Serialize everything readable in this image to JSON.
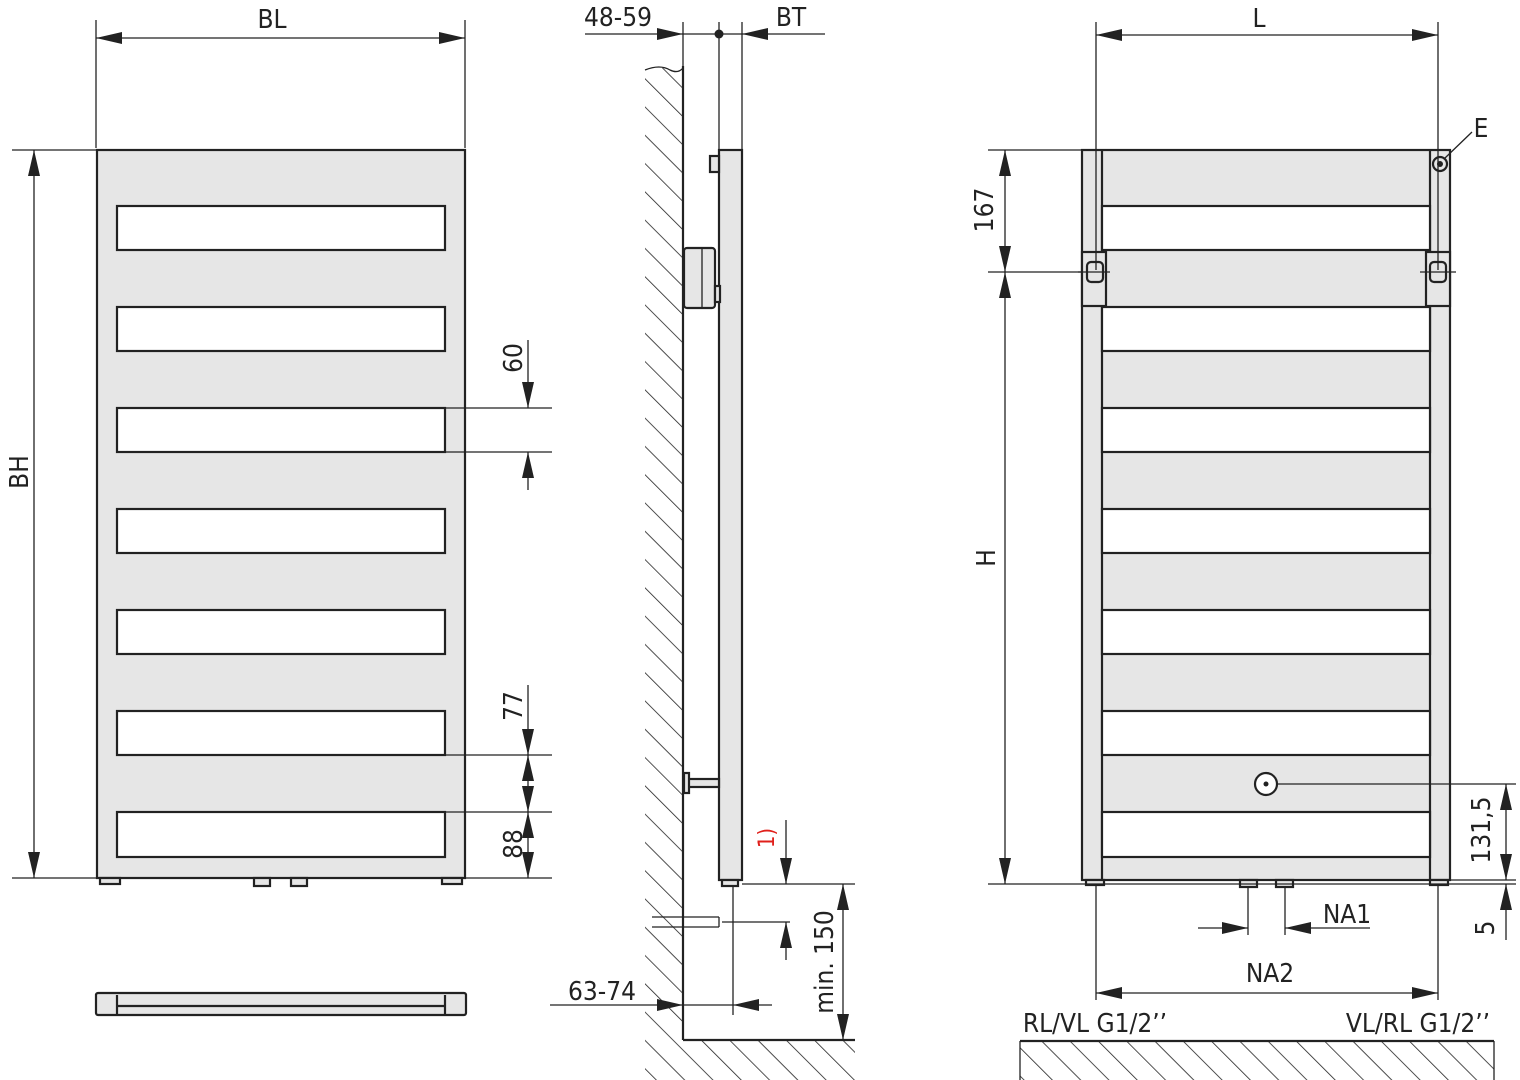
{
  "labels": {
    "bl": "BL",
    "bh": "BH",
    "dim_60": "60",
    "dim_77": "77",
    "dim_88": "88",
    "wall_dist": "48-59",
    "bt": "BT",
    "note_1": "1)",
    "min_150": "min. 150",
    "pipe_dist": "63-74",
    "l": "L",
    "e": "E",
    "dim_167": "167",
    "h": "H",
    "dim_131_5": "131,5",
    "dim_5": "5",
    "na1": "NA1",
    "na2": "NA2",
    "rl_vl": "RL/VL G1/2’’",
    "vl_rl": "VL/RL G1/2’’"
  },
  "colors": {
    "panel": "#e6e6e6",
    "line": "#222222",
    "note": "#e0201b"
  }
}
